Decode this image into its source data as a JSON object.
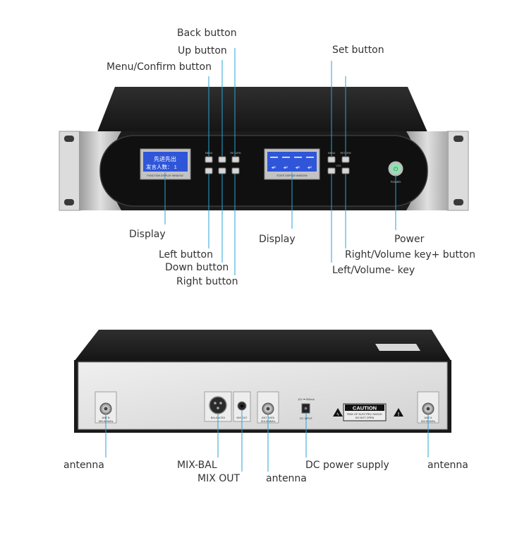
{
  "front": {
    "labels": {
      "back_button": "Back button",
      "up_button": "Up button",
      "menu_confirm_button": "Menu/Confirm button",
      "set_button": "Set button",
      "display_left": "Display",
      "display_right": "Display",
      "power": "Power",
      "left_button": "Left button",
      "down_button": "Down button",
      "right_button": "Right button",
      "right_volume_button": "Right/Volume key+ button",
      "left_volume_key": "Left/Volume- key"
    },
    "panel": {
      "lcd_line1": "先进先出",
      "lcd_line2": "发言人数：  1",
      "lcd_caption": "FUNCTION DISPLAY WINDOW",
      "state_caption": "STATE DISPLAY WINDOW",
      "menu": "MENU",
      "return": "RETURN",
      "menu2": "MENU",
      "return2": "RETURN",
      "vol": "VOL",
      "power": "POWER"
    }
  },
  "back": {
    "labels": {
      "antenna_left": "antenna",
      "mix_bal": "MIX-BAL",
      "mix_out": "MIX OUT",
      "antenna_middle": "antenna",
      "dc_power": "DC power supply",
      "antenna_right": "antenna"
    },
    "panel": {
      "ant_b": "ANT B",
      "ant_b_freq": "550-580MHz",
      "balanced": "BALANCED",
      "mix_out": "MIX OUT",
      "ant_data": "ANT DATA",
      "ant_data_freq": "916-928MHz",
      "dc_spec": "12V ⎓ 500mA",
      "dc_input": "DC INPUT",
      "caution": "CAUTION",
      "caution_line1": "RISK OF ELECTRIC SHOCK",
      "caution_line2": "DO NOT OPEN",
      "ant_a": "ANT A",
      "ant_a_freq": "520-550MHz"
    }
  },
  "colors": {
    "callout": "#29a3d6",
    "chassis": "#1b1b1b",
    "silver": "#c9c9c9",
    "lcd": "#2f56d8",
    "back_plate": "#e4e4e4"
  }
}
